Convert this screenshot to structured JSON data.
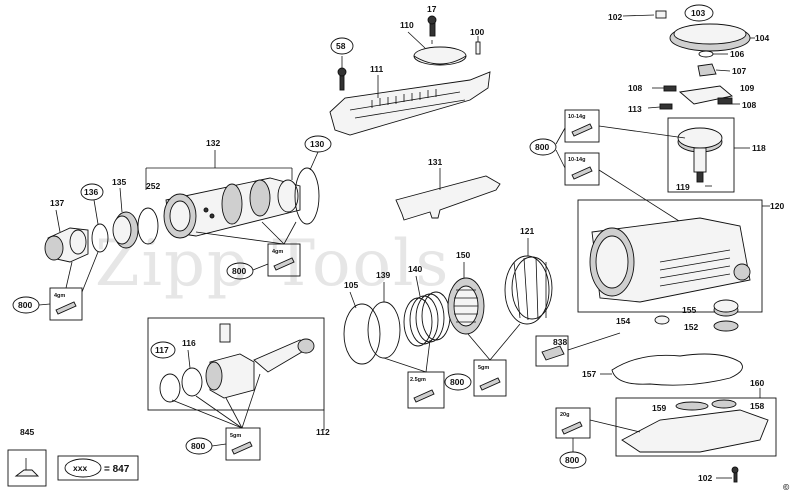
{
  "watermark": "Zipp Tools",
  "legend": {
    "code": "xxx",
    "equals": "= 847"
  },
  "grease_labels": {
    "g4a": "4gm",
    "g4b": "4gm",
    "g5a": "5gm",
    "g5b": "5gm",
    "g25": "2.5gm",
    "g20": "20g",
    "g1014a": "10-14g",
    "g1014b": "10-14g"
  },
  "callouts": {
    "c100": "100",
    "c17": "17",
    "c110": "110",
    "c111": "111",
    "c58": "58",
    "c102a": "102",
    "c103": "103",
    "c104": "104",
    "c106": "106",
    "c107": "107",
    "c108a": "108",
    "c109": "109",
    "c108b": "108",
    "c113": "113",
    "c118": "118",
    "c119": "119",
    "c800a": "800",
    "c132": "132",
    "c130": "130",
    "c131": "131",
    "c137": "137",
    "c136": "136",
    "c135": "135",
    "c252": "252",
    "c800b": "800",
    "c800c": "800",
    "c121": "121",
    "c120": "120",
    "c105": "105",
    "c139": "139",
    "c140": "140",
    "c150": "150",
    "c155": "155",
    "c154": "154",
    "c152": "152",
    "c117": "117",
    "c116": "116",
    "c838": "838",
    "c800d": "800",
    "c157": "157",
    "c112": "112",
    "c800e": "800",
    "c160": "160",
    "c159": "159",
    "c158": "158",
    "c845": "845",
    "c800f": "800",
    "c102b": "102",
    "copyright": "©"
  },
  "icons": [
    "motor-housing",
    "gear-assembly",
    "cylinder",
    "grease-tube"
  ]
}
